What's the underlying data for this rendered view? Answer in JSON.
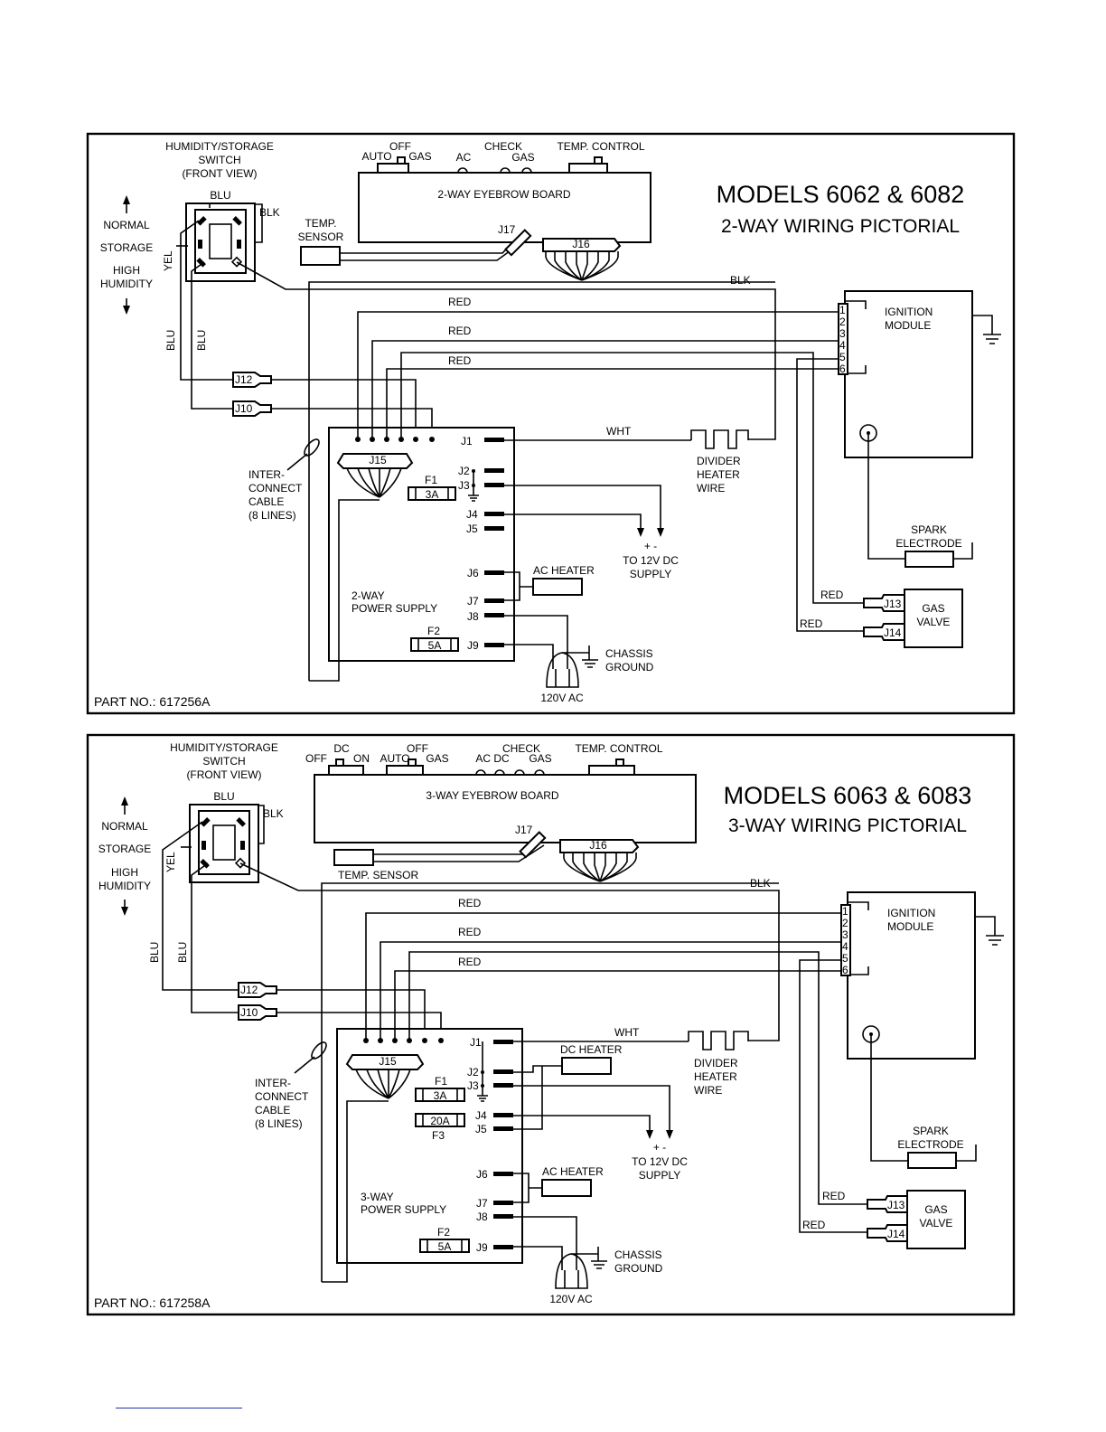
{
  "pictorials": [
    {
      "title": "MODELS 6062 & 6082",
      "subtitle": "2-WAY WIRING PICTORIAL",
      "part_no": "PART NO.: 617256A",
      "switch_label": [
        "HUMIDITY/STORAGE",
        "SWITCH",
        "(FRONT VIEW)"
      ],
      "board_label": "2-WAY EYEBROW BOARD",
      "board_controls": [
        "OFF",
        "AUTO",
        "GAS",
        "AC",
        "CHECK",
        "GAS",
        "TEMP. CONTROL"
      ],
      "modes": [
        "NORMAL",
        "STORAGE",
        "HIGH",
        "HUMIDITY"
      ],
      "wire_colors": [
        "BLU",
        "BLK",
        "YEL",
        "BLU",
        "BLU",
        "BLK",
        "RED",
        "RED",
        "RED",
        "WHT",
        "RED",
        "RED"
      ],
      "temp_sensor": [
        "TEMP.",
        "SENSOR"
      ],
      "connectors": [
        "J17",
        "J16",
        "J12",
        "J10",
        "J15"
      ],
      "power_supply": [
        "2-WAY",
        "POWER SUPPLY"
      ],
      "supply_jacks": [
        "J1",
        "J2",
        "J3",
        "J4",
        "J5",
        "J6",
        "J7",
        "J8",
        "J9"
      ],
      "fuses": [
        {
          "name": "F1",
          "rating": "3A"
        },
        {
          "name": "F2",
          "rating": "5A"
        }
      ],
      "cable": [
        "INTER-",
        "CONNECT",
        "CABLE",
        "(8 LINES)"
      ],
      "ignition": [
        "IGNITION",
        "MODULE"
      ],
      "ignition_pins": [
        "1",
        "2",
        "3",
        "4",
        "5",
        "6"
      ],
      "divider_heater": [
        "DIVIDER",
        "HEATER",
        "WIRE"
      ],
      "dc_supply": [
        "+  -",
        "TO 12V DC",
        "SUPPLY"
      ],
      "ac_heater": "AC HEATER",
      "spark": [
        "SPARK",
        "ELECTRODE"
      ],
      "gas_valve": [
        "GAS",
        "VALVE"
      ],
      "valve_jacks": [
        "J13",
        "J14"
      ],
      "chassis": [
        "CHASSIS",
        "GROUND"
      ],
      "ac_plug": "120V AC"
    },
    {
      "title": "MODELS 6063 & 6083",
      "subtitle": "3-WAY WIRING PICTORIAL",
      "part_no": "PART NO.: 617258A",
      "switch_label": [
        "HUMIDITY/STORAGE",
        "SWITCH",
        "(FRONT VIEW)"
      ],
      "board_label": "3-WAY EYEBROW BOARD",
      "board_controls": [
        "DC",
        "OFF",
        "ON",
        "OFF",
        "AUTO",
        "GAS",
        "AC DC",
        "CHECK",
        "GAS",
        "TEMP. CONTROL"
      ],
      "modes": [
        "NORMAL",
        "STORAGE",
        "HIGH",
        "HUMIDITY"
      ],
      "wire_colors": [
        "BLU",
        "BLK",
        "YEL",
        "BLU",
        "BLU",
        "BLK",
        "RED",
        "RED",
        "RED",
        "WHT",
        "RED",
        "RED"
      ],
      "temp_sensor": [
        "TEMP. SENSOR"
      ],
      "connectors": [
        "J17",
        "J16",
        "J12",
        "J10",
        "J15"
      ],
      "power_supply": [
        "3-WAY",
        "POWER SUPPLY"
      ],
      "supply_jacks": [
        "J1",
        "J2",
        "J3",
        "J4",
        "J5",
        "J6",
        "J7",
        "J8",
        "J9"
      ],
      "fuses": [
        {
          "name": "F1",
          "rating": "3A"
        },
        {
          "name": "F3",
          "rating": "20A"
        },
        {
          "name": "F2",
          "rating": "5A"
        }
      ],
      "dc_heater": "DC HEATER",
      "cable": [
        "INTER-",
        "CONNECT",
        "CABLE",
        "(8 LINES)"
      ],
      "ignition": [
        "IGNITION",
        "MODULE"
      ],
      "ignition_pins": [
        "1",
        "2",
        "3",
        "4",
        "5",
        "6"
      ],
      "divider_heater": [
        "DIVIDER",
        "HEATER",
        "WIRE"
      ],
      "dc_supply": [
        "+  -",
        "TO 12V DC",
        "SUPPLY"
      ],
      "ac_heater": "AC HEATER",
      "spark": [
        "SPARK",
        "ELECTRODE"
      ],
      "gas_valve": [
        "GAS",
        "VALVE"
      ],
      "valve_jacks": [
        "J13",
        "J14"
      ],
      "chassis": [
        "CHASSIS",
        "GROUND"
      ],
      "ac_plug": "120V AC"
    }
  ]
}
